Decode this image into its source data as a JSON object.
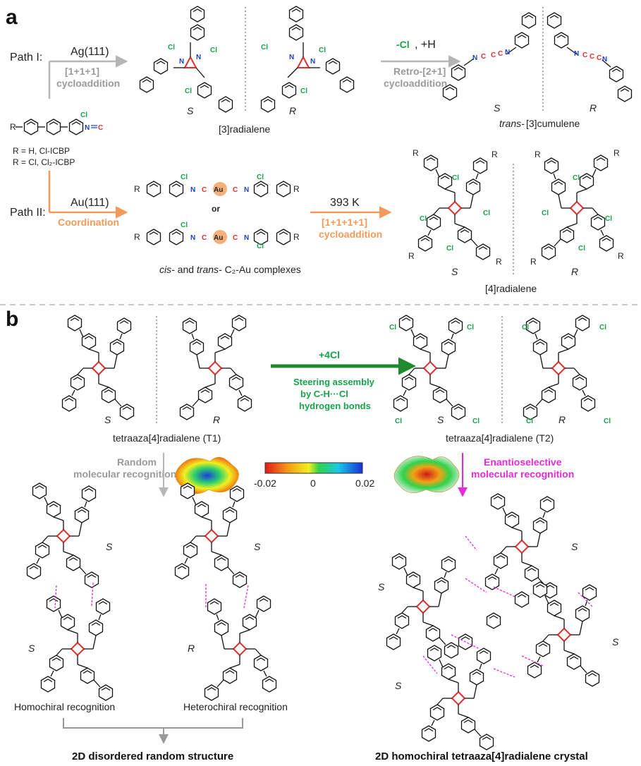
{
  "panel_a": {
    "label": "a",
    "path1_label": "Path I:",
    "path1_substrate": "Ag(111)",
    "path1_reaction": [
      "[1+1+1]",
      "cycloaddition"
    ],
    "path1_product": "[3]radialene",
    "path1_step2_reagent": [
      "-Cl",
      ", +H"
    ],
    "path1_step2_reaction": [
      "Retro-[2+1]",
      "cycloaddition"
    ],
    "path1_final": [
      "trans-",
      "[3]cumulene"
    ],
    "precursor_note": [
      "R = H, Cl-ICBP",
      "R = Cl, Cl₂-ICBP"
    ],
    "path2_label": "Path II:",
    "path2_substrate": "Au(111)",
    "path2_reaction": "Coordination",
    "or": "or",
    "complexes": [
      "cis-",
      " and ",
      "trans-",
      " C₂-Au complexes"
    ],
    "path2_temp": "393 K",
    "path2_step2_reaction": [
      "[1+1+1+1]",
      "cycloaddition"
    ],
    "path2_product": "[4]radialene",
    "chirality": {
      "s": "S",
      "r": "R"
    },
    "atoms": {
      "cl": "Cl",
      "n": "N",
      "c": "C",
      "r": "R",
      "au": "Au",
      "h": "H"
    }
  },
  "panel_b": {
    "label": "b",
    "t1_caption": "tetraaza[4]radialene (T1)",
    "t2_caption": "tetraaza[4]radialene (T2)",
    "reagent": "+4Cl",
    "steering": [
      "Steering assembly",
      "by C-H···Cl",
      "hydrogen bonds"
    ],
    "random_recog": [
      "Random",
      "molecular recognition"
    ],
    "enantio_recog": [
      "Enantioselective",
      "molecular recognition"
    ],
    "colorbar_ticks": [
      "-0.02",
      "0",
      "0.02"
    ],
    "homochiral": "Homochiral recognition",
    "heterochiral": "Heterochiral recognition",
    "left_result": "2D disordered random structure",
    "right_result": "2D homochiral  tetraaza[4]radialene crystal"
  },
  "colors": {
    "gray_arrow": "#b5b5b5",
    "orange_arrow": "#f39a5a",
    "green_arrow": "#1f8a2e",
    "magenta_arrow": "#e52bd8",
    "chlorine": "#16a34a",
    "nitrogen": "#1e3fd0",
    "core": "#e0302e"
  }
}
